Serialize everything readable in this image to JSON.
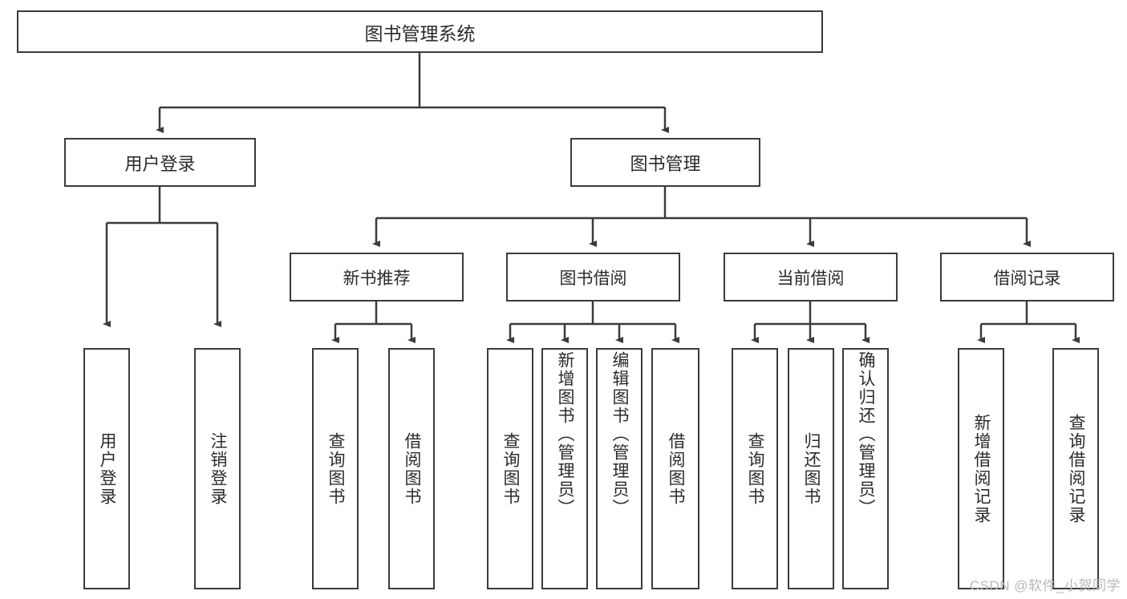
{
  "diagram": {
    "title": "图书管理系统",
    "root": {
      "id": "root",
      "label": "图书管理系统"
    },
    "level2": [
      {
        "id": "user-login",
        "label": "用户登录"
      },
      {
        "id": "book-manage",
        "label": "图书管理"
      }
    ],
    "level3": [
      {
        "id": "new-book-recommend",
        "label": "新书推荐"
      },
      {
        "id": "book-borrow",
        "label": "图书借阅"
      },
      {
        "id": "current-borrow",
        "label": "当前借阅"
      },
      {
        "id": "borrow-record",
        "label": "借阅记录"
      }
    ],
    "leaves": {
      "user-login": [
        {
          "id": "leaf-user-login",
          "label": "用户登录"
        },
        {
          "id": "leaf-logout",
          "label": "注销登录"
        }
      ],
      "new-book-recommend": [
        {
          "id": "leaf-query-book-1",
          "label": "查询图书"
        },
        {
          "id": "leaf-borrow-book-1",
          "label": "借阅图书"
        }
      ],
      "book-borrow": [
        {
          "id": "leaf-query-book-2",
          "label": "查询图书"
        },
        {
          "id": "leaf-add-book",
          "label": "新增图书（管理员）"
        },
        {
          "id": "leaf-edit-book",
          "label": "编辑图书（管理员）"
        },
        {
          "id": "leaf-borrow-book-2",
          "label": "借阅图书"
        }
      ],
      "current-borrow": [
        {
          "id": "leaf-query-book-3",
          "label": "查询图书"
        },
        {
          "id": "leaf-return-book",
          "label": "归还图书"
        },
        {
          "id": "leaf-confirm-return",
          "label": "确认归还（管理员）"
        }
      ],
      "borrow-record": [
        {
          "id": "leaf-add-record",
          "label": "新增借阅记录"
        },
        {
          "id": "leaf-query-record",
          "label": "查询借阅记录"
        }
      ]
    },
    "colors": {
      "stroke": "#3b3b3b",
      "fill": "#ffffff",
      "text": "#2b2b2b",
      "watermark": "#b9b9b9"
    }
  },
  "watermark": {
    "text": "CSDN @软件_小贺同学"
  }
}
